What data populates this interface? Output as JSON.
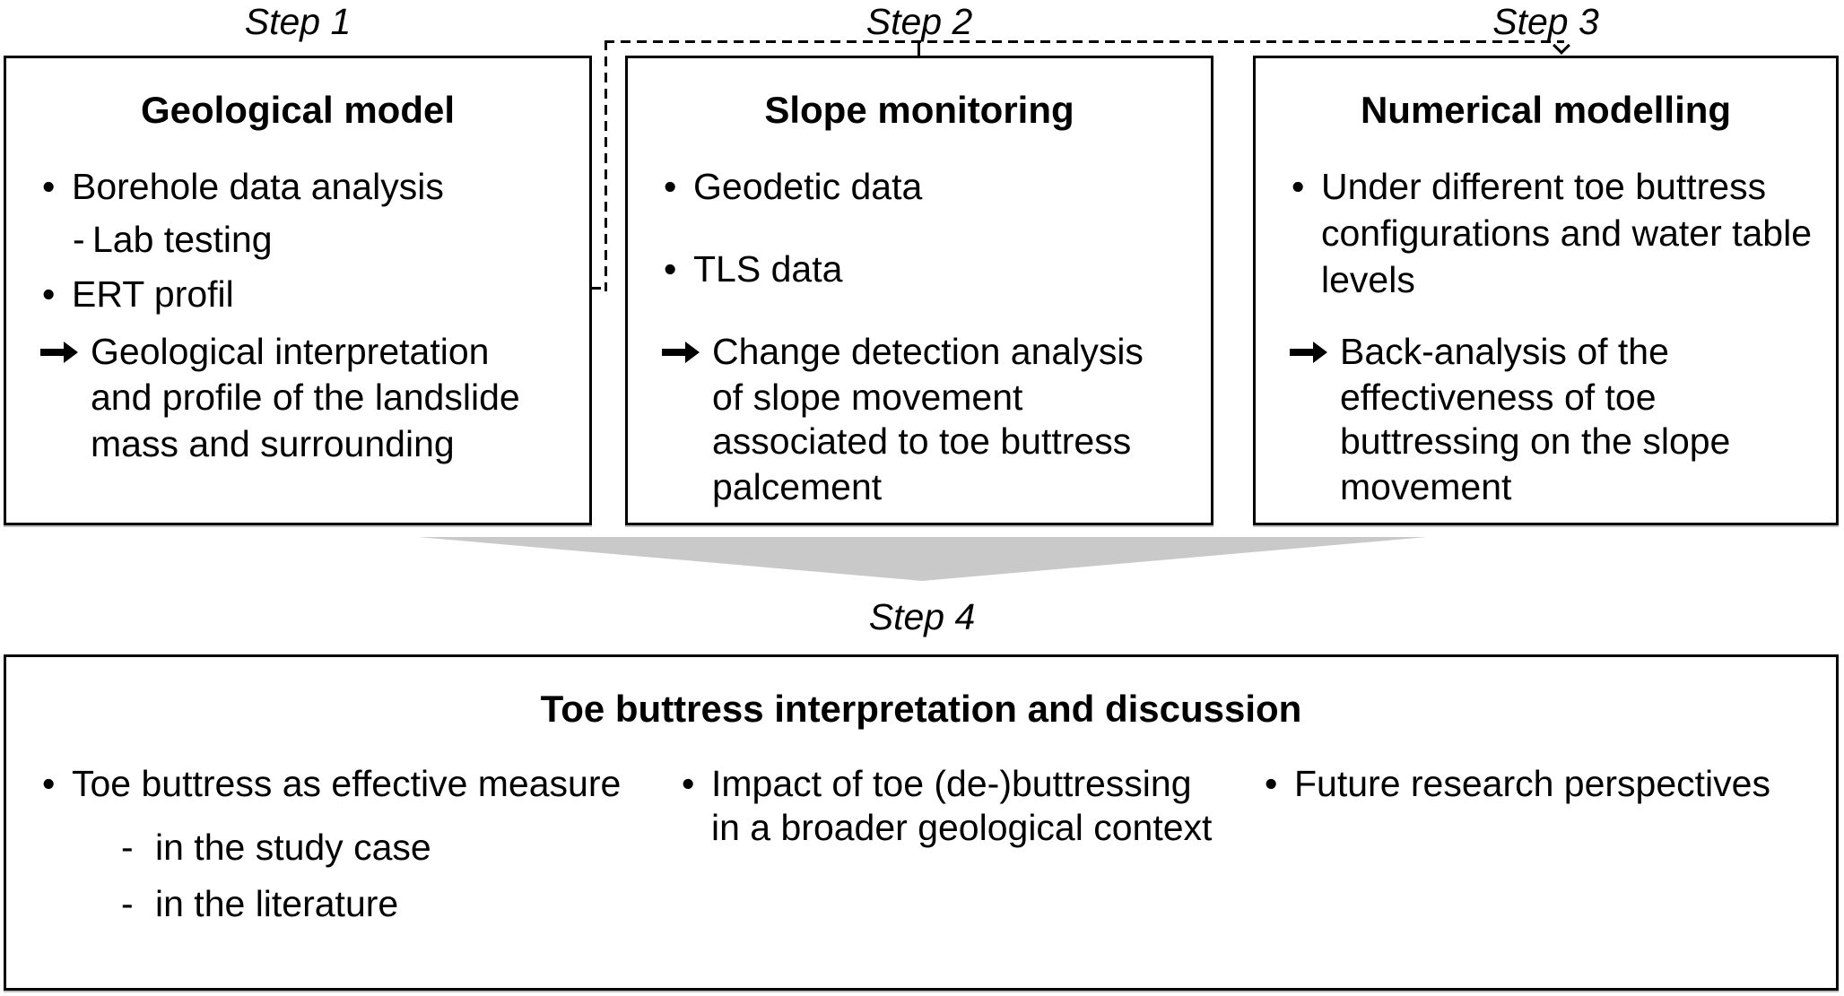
{
  "figure": {
    "markers": {
      "bullet": "•",
      "dash": "-"
    },
    "colors": {
      "merge_arrow": "#c9c9c9",
      "line": "#000000",
      "background": "#ffffff"
    },
    "steps": [
      {
        "label": "Step 1",
        "title": "Geological model",
        "items": [
          {
            "marker": "bullet",
            "lines": [
              "Borehole data analysis"
            ]
          },
          {
            "marker": "dash",
            "lines": [
              "Lab testing"
            ]
          },
          {
            "marker": "bullet",
            "lines": [
              "ERT profil"
            ]
          },
          {
            "marker": "arrow",
            "lines": [
              "Geological interpretation",
              "and profile of the landslide",
              "mass and surrounding"
            ]
          }
        ]
      },
      {
        "label": "Step 2",
        "title": "Slope monitoring",
        "items": [
          {
            "marker": "bullet",
            "lines": [
              "Geodetic data"
            ]
          },
          {
            "marker": "bullet",
            "lines": [
              "TLS data"
            ]
          },
          {
            "marker": "arrow",
            "lines": [
              "Change detection analysis",
              "of slope movement",
              "associated to toe buttress",
              "palcement"
            ]
          }
        ]
      },
      {
        "label": "Step 3",
        "title": "Numerical modelling",
        "items": [
          {
            "marker": "bullet",
            "lines": [
              "Under different toe buttress",
              "configurations and water table",
              "levels"
            ]
          },
          {
            "marker": "arrow",
            "lines": [
              "Back-analysis of the",
              "effectiveness of toe",
              "buttressing on the slope",
              "movement"
            ]
          }
        ]
      }
    ],
    "step4": {
      "label": "Step 4",
      "title": "Toe buttress interpretation and discussion",
      "columns": [
        {
          "items": [
            {
              "marker": "bullet",
              "lines": [
                "Toe buttress as effective measure"
              ]
            },
            {
              "marker": "dash",
              "lines": [
                "in the study case"
              ]
            },
            {
              "marker": "dash",
              "lines": [
                "in the literature"
              ]
            }
          ]
        },
        {
          "items": [
            {
              "marker": "bullet",
              "lines": [
                "Impact of toe (de-)buttressing",
                "in a broader geological context"
              ]
            }
          ]
        },
        {
          "items": [
            {
              "marker": "bullet",
              "lines": [
                "Future research perspectives"
              ]
            }
          ]
        }
      ]
    }
  }
}
